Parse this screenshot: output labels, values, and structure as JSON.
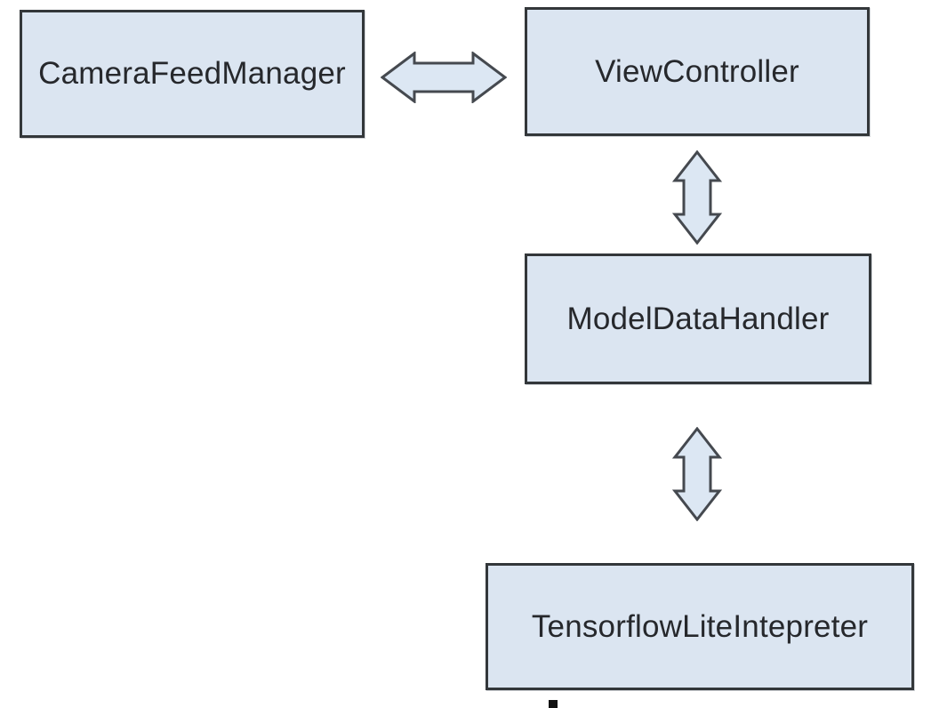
{
  "diagram": {
    "type": "architecture-block-diagram",
    "nodes": [
      {
        "id": "camera-feed-manager",
        "label": "CameraFeedManager"
      },
      {
        "id": "view-controller",
        "label": "ViewController"
      },
      {
        "id": "model-data-handler",
        "label": "ModelDataHandler"
      },
      {
        "id": "tensorflow-lite-intepreter",
        "label": "TensorflowLiteIntepreter"
      }
    ],
    "edges": [
      {
        "from": "CameraFeedManager",
        "to": "ViewController",
        "direction": "bidirectional",
        "orientation": "horizontal"
      },
      {
        "from": "ViewController",
        "to": "ModelDataHandler",
        "direction": "bidirectional",
        "orientation": "vertical"
      },
      {
        "from": "ModelDataHandler",
        "to": "TensorflowLiteIntepreter",
        "direction": "bidirectional",
        "orientation": "vertical"
      }
    ],
    "colors": {
      "node_fill": "#dbe5f1",
      "node_border": "#33373a",
      "arrow_fill": "#dce7f3",
      "arrow_border": "#45494f",
      "text": "#26282c",
      "background": "#ffffff",
      "cursor_mark": "#111111"
    }
  }
}
